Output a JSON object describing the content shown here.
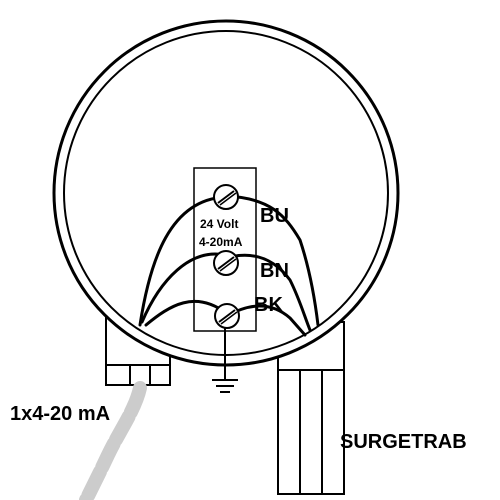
{
  "terminal_block": {
    "voltage_label": "24 Volt",
    "signal_label": "4-20mA"
  },
  "wires": [
    {
      "code": "BU"
    },
    {
      "code": "BN"
    },
    {
      "code": "BK"
    }
  ],
  "cable_label": "1x4-20 mA",
  "device_label": "SURGETRAB",
  "colors": {
    "line": "#000000",
    "cable": "#cccccc",
    "background": "#ffffff"
  },
  "icons": [
    "ground-symbol-icon",
    "terminal-screw-icon"
  ]
}
